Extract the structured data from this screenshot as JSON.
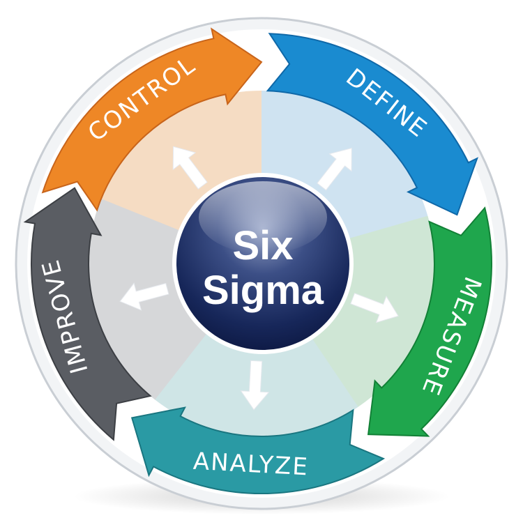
{
  "center": {
    "line1": "Six",
    "line2": "Sigma"
  },
  "phases": [
    {
      "id": "control",
      "label": "CONTROL",
      "color": "#ee8726",
      "dark": "#c8641a"
    },
    {
      "id": "define",
      "label": "DEFINE",
      "color": "#1a8bd0",
      "dark": "#0f68a8"
    },
    {
      "id": "measure",
      "label": "MEASURE",
      "color": "#1fa64d",
      "dark": "#128036"
    },
    {
      "id": "analyze",
      "label": "ANALYZE",
      "color": "#2a9aa4",
      "dark": "#1a7680"
    },
    {
      "id": "improve",
      "label": "IMPROVE",
      "color": "#5a5d63",
      "dark": "#3c3f44"
    }
  ]
}
